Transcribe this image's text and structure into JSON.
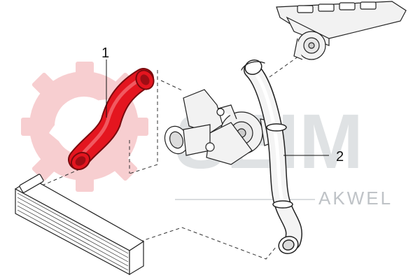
{
  "callouts": {
    "part_1": "1",
    "part_2": "2"
  },
  "watermark": {
    "brand": "SEIM",
    "subbrand": "AKWEL"
  },
  "colors": {
    "highlight_hose": "#e4151f",
    "watermark_logo": "#f7c9cb",
    "watermark_text": "#dfe2e4",
    "outline": "#222222"
  }
}
